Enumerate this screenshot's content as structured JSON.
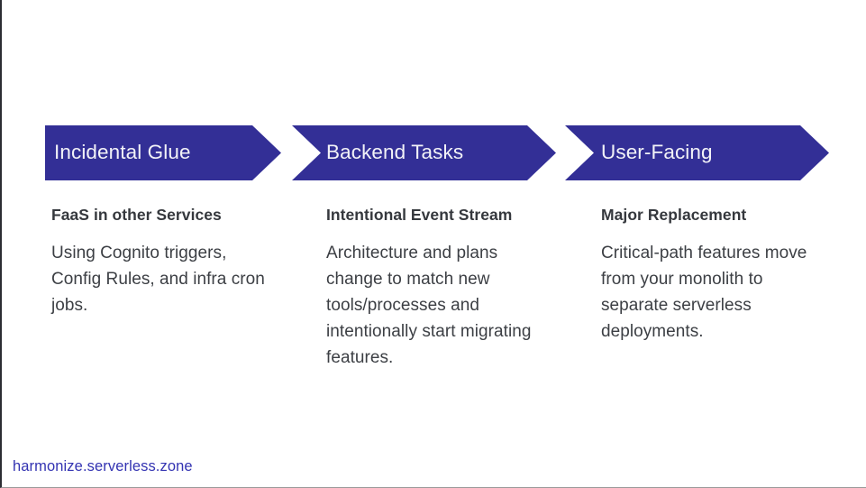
{
  "slide": {
    "accent_color": "#332f96",
    "chevron_text_color": "#f2f2f7",
    "heading_color": "#35383d",
    "body_color": "#3c3f44",
    "link_color": "#3333b2",
    "background_color": "#ffffff"
  },
  "stages": [
    {
      "chevron_label": "Incidental Glue",
      "heading": "FaaS in other Services",
      "body": "Using Cognito triggers, Config Rules, and infra cron jobs."
    },
    {
      "chevron_label": "Backend Tasks",
      "heading": "Intentional Event Stream",
      "body": "Architecture and plans change to match new tools/processes and intentionally start migrating features."
    },
    {
      "chevron_label": "User-Facing",
      "heading": "Major Replacement",
      "body": "Critical-path features move from your monolith to separate serverless deployments."
    }
  ],
  "footer": {
    "link_text": "harmonize.serverless.zone"
  }
}
